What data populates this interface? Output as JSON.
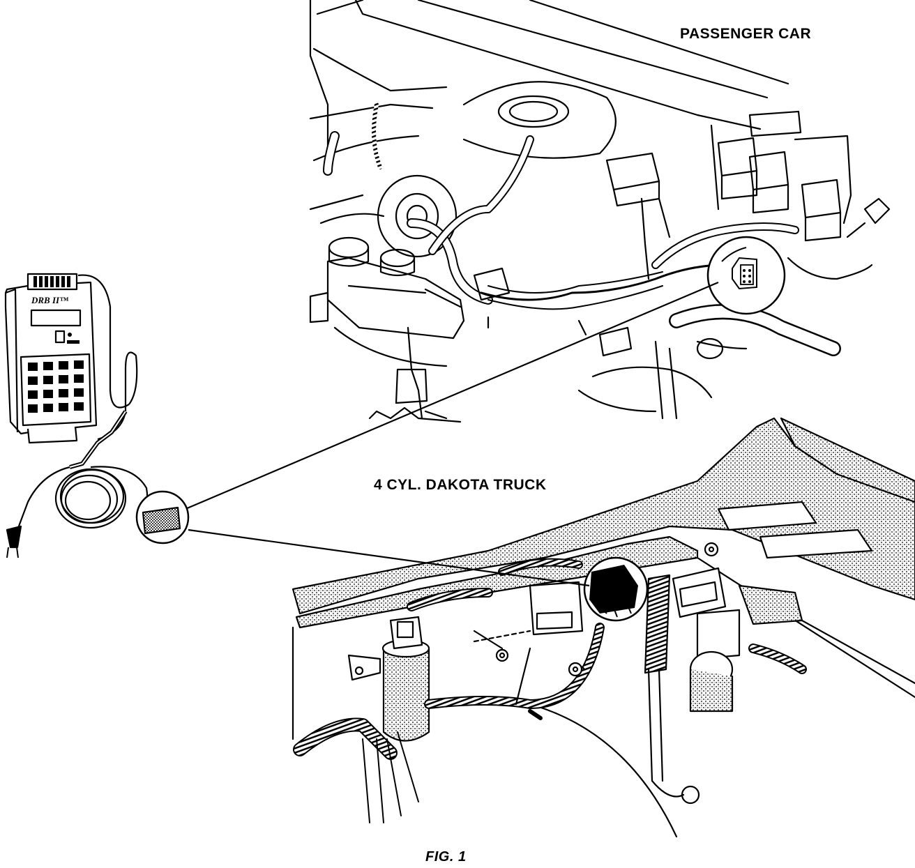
{
  "labels": {
    "passenger_car": "PASSENGER CAR",
    "dakota_truck": "4 CYL. DAKOTA TRUCK",
    "figure": "FIG. 1"
  },
  "tool": {
    "brand": "DRB II™"
  }
}
